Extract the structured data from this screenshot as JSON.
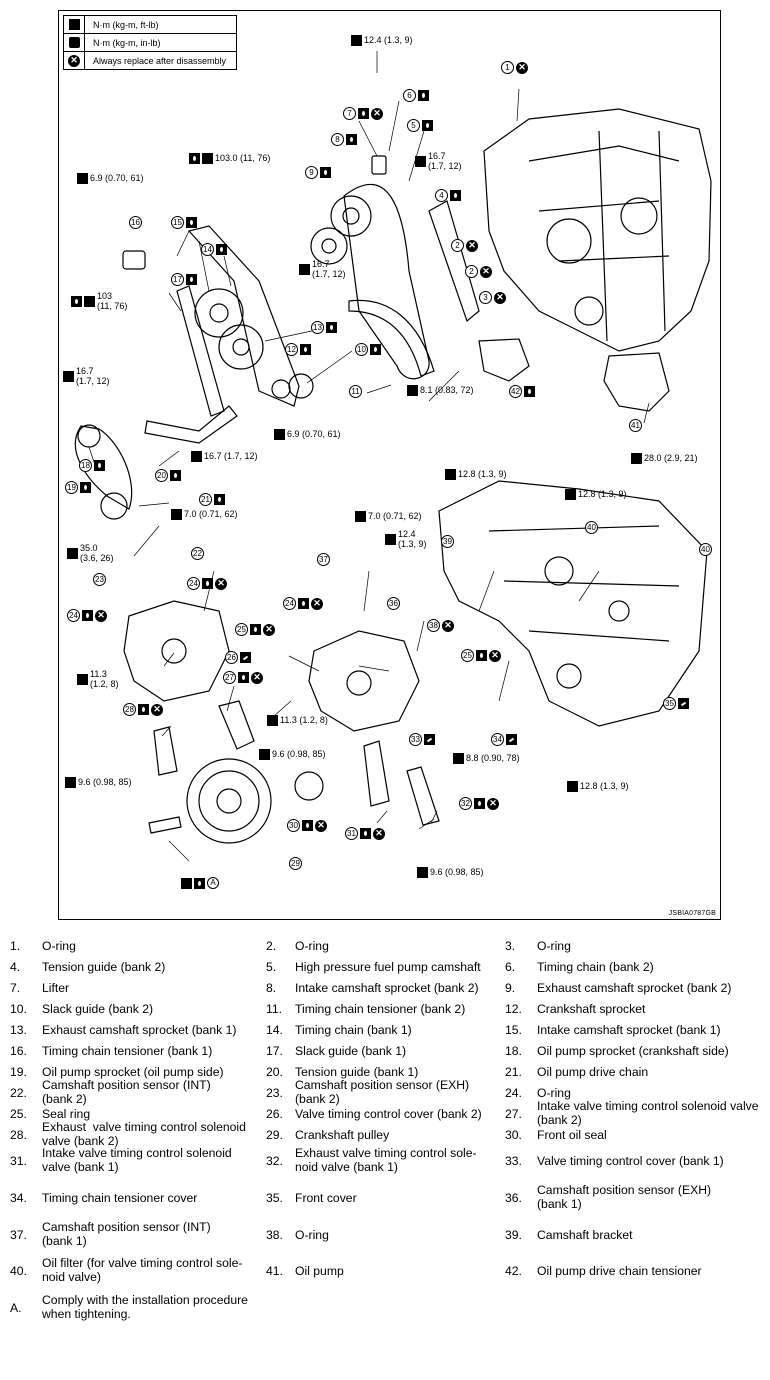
{
  "legend": [
    {
      "icon": "torque-ft-lb-icon",
      "text": "N·m (kg-m, ft-lb)"
    },
    {
      "icon": "torque-in-lb-icon",
      "text": "N·m (kg-m, in-lb)"
    },
    {
      "icon": "replace-icon",
      "text": "Always replace after disassembly"
    }
  ],
  "figure_code": "JSBIA0787GB",
  "callouts": [
    {
      "id": "c-top",
      "num": "",
      "text": "12.4 (1.3, 9)",
      "icons": [
        "tq"
      ]
    },
    {
      "id": "c1",
      "num": "1",
      "text": "",
      "icons": [
        "rep"
      ]
    },
    {
      "id": "c7",
      "num": "7",
      "text": "",
      "icons": [
        "oil",
        "rep"
      ]
    },
    {
      "id": "c6",
      "num": "6",
      "text": "",
      "icons": [
        "oil"
      ]
    },
    {
      "id": "c5",
      "num": "5",
      "text": "",
      "icons": [
        "oil"
      ]
    },
    {
      "id": "c8",
      "num": "8",
      "text": "",
      "icons": [
        "oil"
      ]
    },
    {
      "id": "c-103",
      "num": "",
      "text": "103.0 (11, 76)",
      "icons": [
        "oil",
        "tq"
      ]
    },
    {
      "id": "c-167a",
      "num": "",
      "text": "16.7\n(1.7, 12)",
      "icons": [
        "tq"
      ]
    },
    {
      "id": "c-69a",
      "num": "",
      "text": "6.9 (0.70, 61)",
      "icons": [
        "tq"
      ]
    },
    {
      "id": "c9",
      "num": "9",
      "text": "",
      "icons": [
        "oil"
      ]
    },
    {
      "id": "c4",
      "num": "4",
      "text": "",
      "icons": [
        "oil"
      ]
    },
    {
      "id": "c16",
      "num": "16",
      "text": "",
      "icons": []
    },
    {
      "id": "c15",
      "num": "15",
      "text": "",
      "icons": [
        "oil"
      ]
    },
    {
      "id": "c14",
      "num": "14",
      "text": "",
      "icons": [
        "oil"
      ]
    },
    {
      "id": "c2a",
      "num": "2",
      "text": "",
      "icons": [
        "rep"
      ]
    },
    {
      "id": "c2b",
      "num": "2",
      "text": "",
      "icons": [
        "rep"
      ]
    },
    {
      "id": "c3",
      "num": "3",
      "text": "",
      "icons": [
        "rep"
      ]
    },
    {
      "id": "c-167b",
      "num": "",
      "text": "16.7\n(1.7, 12)",
      "icons": [
        "tq"
      ]
    },
    {
      "id": "c17",
      "num": "17",
      "text": "",
      "icons": [
        "oil"
      ]
    },
    {
      "id": "c-103b",
      "num": "",
      "text": "103\n(11, 76)",
      "icons": [
        "oil",
        "tq"
      ]
    },
    {
      "id": "c13",
      "num": "13",
      "text": "",
      "icons": [
        "oil"
      ]
    },
    {
      "id": "c10",
      "num": "10",
      "text": "",
      "icons": [
        "oil"
      ]
    },
    {
      "id": "c12",
      "num": "12",
      "text": "",
      "icons": [
        "oil"
      ]
    },
    {
      "id": "c-167c",
      "num": "",
      "text": "16.7\n(1.7, 12)",
      "icons": [
        "tq"
      ]
    },
    {
      "id": "c11",
      "num": "11",
      "text": "",
      "icons": []
    },
    {
      "id": "c-81",
      "num": "",
      "text": "8.1 (0.83, 72)",
      "icons": [
        "tq"
      ]
    },
    {
      "id": "c42",
      "num": "42",
      "text": "",
      "icons": [
        "oil"
      ]
    },
    {
      "id": "c-69b",
      "num": "",
      "text": "6.9 (0.70, 61)",
      "icons": [
        "tq"
      ]
    },
    {
      "id": "c41",
      "num": "41",
      "text": "",
      "icons": []
    },
    {
      "id": "c18",
      "num": "18",
      "text": "",
      "icons": [
        "oil"
      ]
    },
    {
      "id": "c20",
      "num": "20",
      "text": "",
      "icons": [
        "oil"
      ]
    },
    {
      "id": "c-167d",
      "num": "",
      "text": "16.7 (1.7, 12)",
      "icons": [
        "tq"
      ]
    },
    {
      "id": "c-28",
      "num": "",
      "text": "28.0 (2.9, 21)",
      "icons": [
        "tq"
      ]
    },
    {
      "id": "c19",
      "num": "19",
      "text": "",
      "icons": [
        "oil"
      ]
    },
    {
      "id": "c21",
      "num": "21",
      "text": "",
      "icons": [
        "oil"
      ]
    },
    {
      "id": "c-128a",
      "num": "",
      "text": "12.8 (1.3, 9)",
      "icons": [
        "tq"
      ]
    },
    {
      "id": "c-128b",
      "num": "",
      "text": "12.8 (1.3, 9)",
      "icons": [
        "tq"
      ]
    },
    {
      "id": "c-70a",
      "num": "",
      "text": "7.0 (0.71, 62)",
      "icons": [
        "tq"
      ]
    },
    {
      "id": "c-70b",
      "num": "",
      "text": "7.0 (0.71, 62)",
      "icons": [
        "tq"
      ]
    },
    {
      "id": "c-124",
      "num": "",
      "text": "12.4\n(1.3, 9)",
      "icons": [
        "tq"
      ]
    },
    {
      "id": "c40a",
      "num": "40",
      "text": "",
      "icons": []
    },
    {
      "id": "c40b",
      "num": "40",
      "text": "",
      "icons": []
    },
    {
      "id": "c39",
      "num": "39",
      "text": "",
      "icons": []
    },
    {
      "id": "c-35",
      "num": "",
      "text": "35.0\n(3.6, 26)",
      "icons": [
        "tq"
      ]
    },
    {
      "id": "c22",
      "num": "22",
      "text": "",
      "icons": []
    },
    {
      "id": "c37",
      "num": "37",
      "text": "",
      "icons": []
    },
    {
      "id": "c23",
      "num": "23",
      "text": "",
      "icons": []
    },
    {
      "id": "c24a",
      "num": "24",
      "text": "",
      "icons": [
        "oil",
        "rep"
      ]
    },
    {
      "id": "c24b",
      "num": "24",
      "text": "",
      "icons": [
        "oil",
        "rep"
      ]
    },
    {
      "id": "c24c",
      "num": "24",
      "text": "",
      "icons": [
        "oil",
        "rep"
      ]
    },
    {
      "id": "c36",
      "num": "36",
      "text": "",
      "icons": []
    },
    {
      "id": "c25a",
      "num": "25",
      "text": "",
      "icons": [
        "oil",
        "rep"
      ]
    },
    {
      "id": "c38",
      "num": "38",
      "text": "",
      "icons": [
        "rep"
      ]
    },
    {
      "id": "c25b",
      "num": "25",
      "text": "",
      "icons": [
        "oil",
        "rep"
      ]
    },
    {
      "id": "c26",
      "num": "26",
      "text": "",
      "icons": [
        "seal"
      ]
    },
    {
      "id": "c-113a",
      "num": "",
      "text": "11.3\n(1.2, 8)",
      "icons": [
        "tq"
      ]
    },
    {
      "id": "c27",
      "num": "27",
      "text": "",
      "icons": [
        "oil",
        "rep"
      ]
    },
    {
      "id": "c35",
      "num": "35",
      "text": "",
      "icons": [
        "seal"
      ]
    },
    {
      "id": "c-113b",
      "num": "",
      "text": "11.3 (1.2, 8)",
      "icons": [
        "tq"
      ]
    },
    {
      "id": "c28",
      "num": "28",
      "text": "",
      "icons": [
        "oil",
        "rep"
      ]
    },
    {
      "id": "c33",
      "num": "33",
      "text": "",
      "icons": [
        "seal"
      ]
    },
    {
      "id": "c34",
      "num": "34",
      "text": "",
      "icons": [
        "seal"
      ]
    },
    {
      "id": "c-96a",
      "num": "",
      "text": "9.6 (0.98, 85)",
      "icons": [
        "tq"
      ]
    },
    {
      "id": "c-88",
      "num": "",
      "text": "8.8 (0.90, 78)",
      "icons": [
        "tq"
      ]
    },
    {
      "id": "c-96b",
      "num": "",
      "text": "9.6 (0.98, 85)",
      "icons": [
        "tq"
      ]
    },
    {
      "id": "c-128c",
      "num": "",
      "text": "12.8 (1.3, 9)",
      "icons": [
        "tq"
      ]
    },
    {
      "id": "c32",
      "num": "32",
      "text": "",
      "icons": [
        "oil",
        "rep"
      ]
    },
    {
      "id": "c30",
      "num": "30",
      "text": "",
      "icons": [
        "oil",
        "rep"
      ]
    },
    {
      "id": "c31",
      "num": "31",
      "text": "",
      "icons": [
        "oil",
        "rep"
      ]
    },
    {
      "id": "c29",
      "num": "29",
      "text": "",
      "icons": []
    },
    {
      "id": "c-96c",
      "num": "",
      "text": "9.6 (0.98, 85)",
      "icons": [
        "tq"
      ]
    },
    {
      "id": "c-A",
      "num": "",
      "text": "",
      "icons": [
        "tq",
        "oil",
        "A"
      ]
    }
  ],
  "parts": [
    {
      "n": "1.",
      "d": "O-ring"
    },
    {
      "n": "2.",
      "d": "O-ring"
    },
    {
      "n": "3.",
      "d": "O-ring"
    },
    {
      "n": "4.",
      "d": "Tension guide (bank 2)"
    },
    {
      "n": "5.",
      "d": "High pressure fuel pump camshaft"
    },
    {
      "n": "6.",
      "d": "Timing chain (bank 2)"
    },
    {
      "n": "7.",
      "d": "Lifter"
    },
    {
      "n": "8.",
      "d": "Intake camshaft sprocket (bank 2)"
    },
    {
      "n": "9.",
      "d": "Exhaust camshaft sprocket (bank 2)"
    },
    {
      "n": "10.",
      "d": "Slack guide (bank 2)"
    },
    {
      "n": "11.",
      "d": "Timing chain tensioner (bank 2)"
    },
    {
      "n": "12.",
      "d": "Crankshaft sprocket"
    },
    {
      "n": "13.",
      "d": "Exhaust camshaft sprocket (bank 1)"
    },
    {
      "n": "14.",
      "d": "Timing chain (bank 1)"
    },
    {
      "n": "15.",
      "d": "Intake camshaft sprocket (bank 1)"
    },
    {
      "n": "16.",
      "d": "Timing chain tensioner (bank 1)"
    },
    {
      "n": "17.",
      "d": "Slack guide (bank 1)"
    },
    {
      "n": "18.",
      "d": "Oil pump sprocket (crankshaft side)"
    },
    {
      "n": "19.",
      "d": "Oil pump sprocket (oil pump side)"
    },
    {
      "n": "20.",
      "d": "Tension guide (bank 1)"
    },
    {
      "n": "21.",
      "d": "Oil pump drive chain"
    },
    {
      "n": "22.",
      "d": "Camshaft position sensor (INT)\n(bank 2)"
    },
    {
      "n": "23.",
      "d": "Camshaft position sensor (EXH)\n(bank 2)"
    },
    {
      "n": "24.",
      "d": "O-ring"
    },
    {
      "n": "25.",
      "d": "Seal ring"
    },
    {
      "n": "26.",
      "d": "Valve timing control cover (bank 2)"
    },
    {
      "n": "27.",
      "d": "Intake valve timing control solenoid valve\n(bank 2)"
    },
    {
      "n": "28.",
      "d": "Exhaust  valve timing control solenoid\nvalve (bank 2)"
    },
    {
      "n": "29.",
      "d": "Crankshaft pulley"
    },
    {
      "n": "30.",
      "d": "Front oil seal"
    },
    {
      "n": "31.",
      "d": "Intake valve timing control solenoid\nvalve (bank 1)"
    },
    {
      "n": "32.",
      "d": "Exhaust valve timing control sole-\nnoid valve (bank 1)"
    },
    {
      "n": "33.",
      "d": "Valve timing control cover (bank 1)"
    },
    {
      "n": "34.",
      "d": "Timing chain tensioner cover"
    },
    {
      "n": "35.",
      "d": "Front cover"
    },
    {
      "n": "36.",
      "d": "Camshaft position sensor (EXH)\n(bank 1)"
    },
    {
      "n": "37.",
      "d": "Camshaft position sensor (INT)\n(bank 1)"
    },
    {
      "n": "38.",
      "d": "O-ring"
    },
    {
      "n": "39.",
      "d": "Camshaft bracket"
    },
    {
      "n": "40.",
      "d": "Oil filter (for valve timing control sole-\nnoid valve)"
    },
    {
      "n": "41.",
      "d": "Oil pump"
    },
    {
      "n": "42.",
      "d": "Oil pump drive chain tensioner"
    },
    {
      "n": "A.",
      "d": "Comply with the installation procedure\nwhen tightening."
    }
  ]
}
